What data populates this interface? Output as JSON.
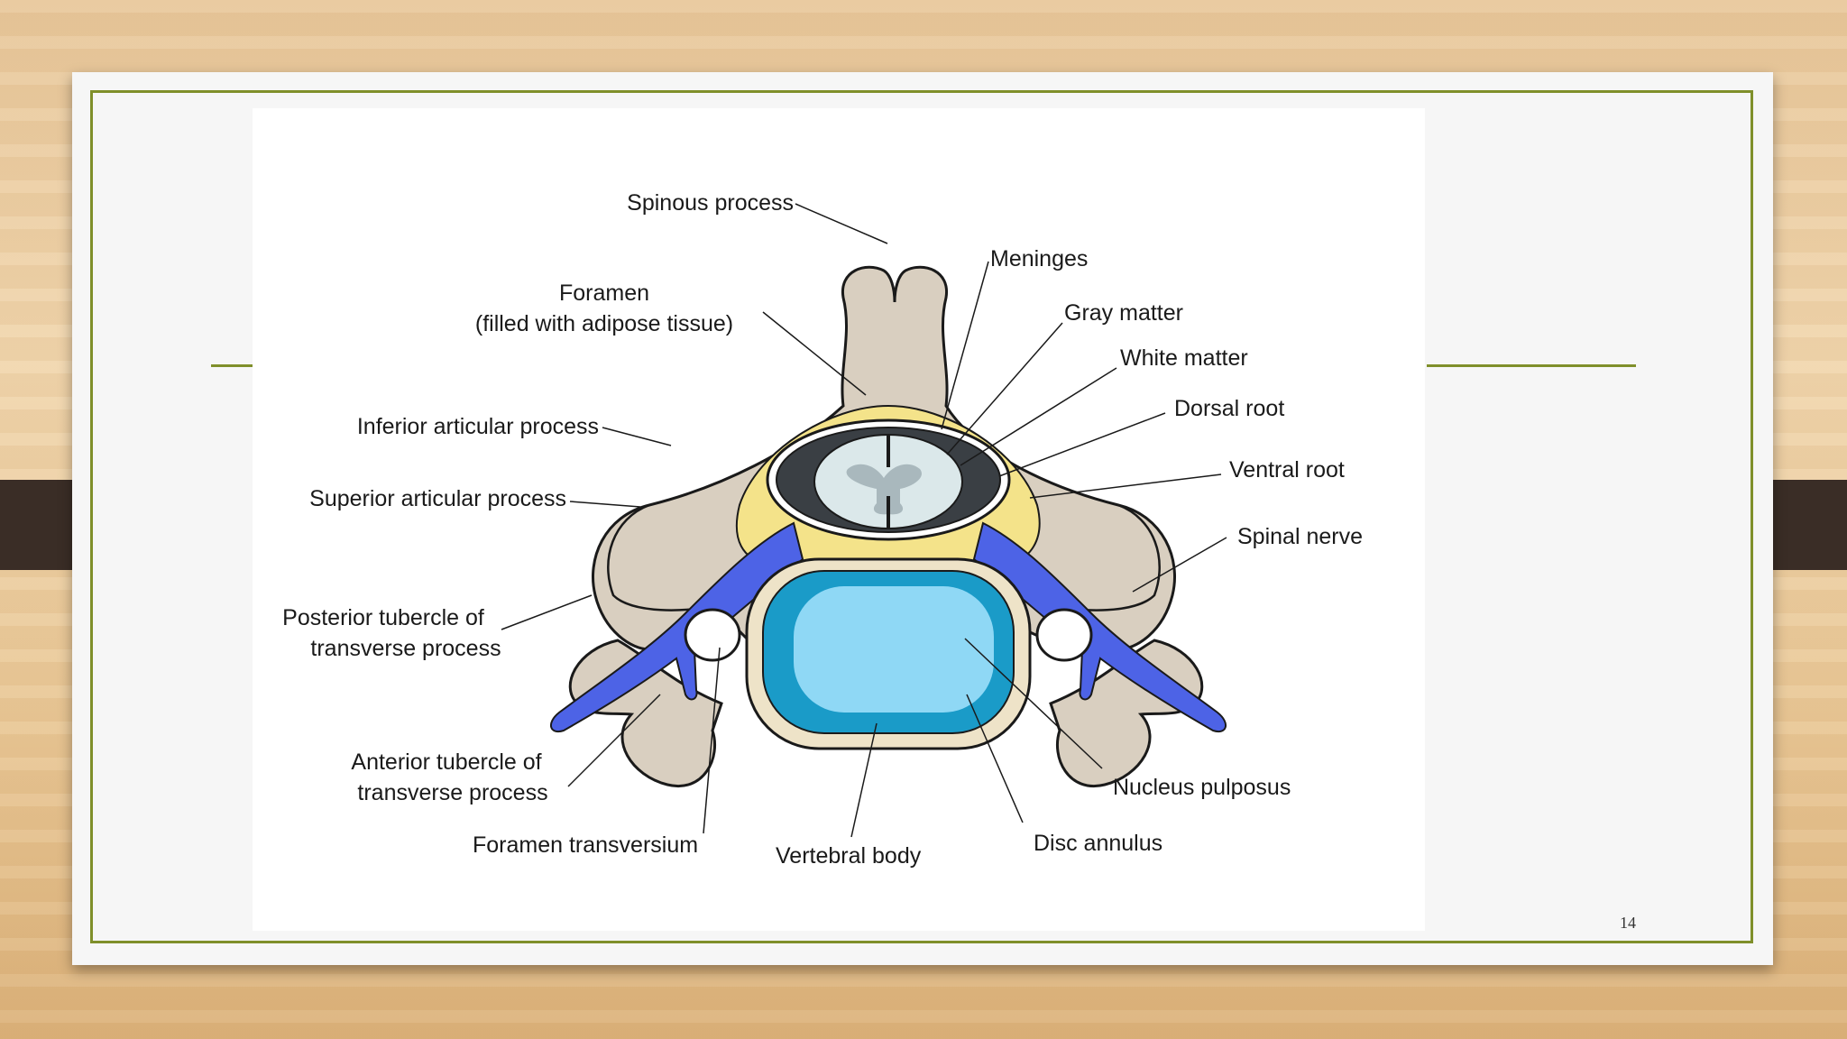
{
  "slide": {
    "page_number": "14"
  },
  "diagram": {
    "labels": {
      "spinous_process": "Spinous process",
      "foramen_line1": "Foramen",
      "foramen_line2": "(filled with adipose tissue)",
      "inferior_articular": "Inferior articular process",
      "superior_articular": "Superior articular process",
      "posterior_tubercle_line1": "Posterior tubercle of",
      "posterior_tubercle_line2": "transverse process",
      "anterior_tubercle_line1": "Anterior tubercle of",
      "anterior_tubercle_line2": "transverse process",
      "foramen_transversium": "Foramen transversium",
      "vertebral_body": "Vertebral body",
      "disc_annulus": "Disc annulus",
      "nucleus_pulposus": "Nucleus pulposus",
      "meninges": "Meninges",
      "gray_matter": "Gray matter",
      "white_matter": "White matter",
      "dorsal_root": "Dorsal root",
      "ventral_root": "Ventral root",
      "spinal_nerve": "Spinal nerve"
    },
    "colors": {
      "bone": "#d9cfc0",
      "adipose": "#f4e38a",
      "nerve": "#4d63e6",
      "disc_annulus": "#1a9bc8",
      "nucleus": "#8fd8f5",
      "gray_matter": "#a9b8bd",
      "white_matter": "#dbe8ea",
      "meninges": "#3a3f44",
      "frame_accent": "#7f8f2a"
    }
  }
}
